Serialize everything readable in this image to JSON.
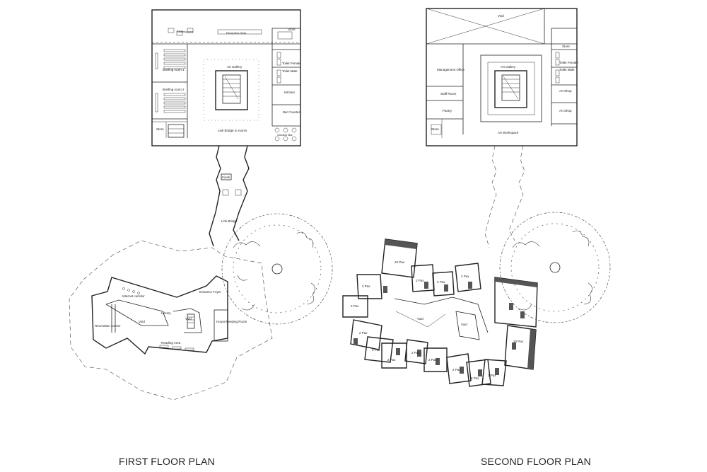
{
  "titles": {
    "first": "FIRST FLOOR PLAN",
    "second": "SECOND FLOOR PLAN"
  },
  "first_floor": {
    "rooms": {
      "seating_area": "Seating Area",
      "reception_desk": "Reception Desk",
      "store": "Store",
      "toilet_female": "Toilet Female",
      "toilet_male": "Toilet Male",
      "kitchen": "Kitchen",
      "bar_counter": "Bar Counter",
      "art_gallery": "Art Gallery",
      "briefing_room_1": "Briefing room 1",
      "briefing_room_2": "Briefing room 2",
      "store_left": "Store",
      "link_bridge_rooms": "Link Bridge to rooms",
      "outdoor_bar": "Outdoor Bar",
      "kiosk": "Kiosk",
      "link_bridge": "Link Bridge",
      "entrance_foyer": "Entrance Foyer",
      "internet_corridor": "Internet corridor",
      "library": "Library",
      "void_1": "Void",
      "void_2": "Void",
      "recreation_center": "Recreation Center",
      "housekeeping": "House keeping Room",
      "reading_area": "Reading Area"
    }
  },
  "second_floor": {
    "rooms": {
      "void_top": "Void",
      "store": "Store",
      "toilet_female": "Toilet Female",
      "toilet_male": "Toilet Male",
      "art_shop_1": "Art Shop",
      "art_shop_2": "Art Shop",
      "art_gallery": "Art Gallery",
      "management_office": "Management Office",
      "staff_room": "Staff Room",
      "pantry": "Pantry",
      "store_left": "Store",
      "art_workspace": "Art Workspace",
      "void_centre": "Void",
      "void_side": "Void"
    },
    "units": {
      "u10_top": "10 Pax",
      "u2_a": "2 Pax",
      "u2_b": "2 Pax",
      "u2_c": "2 Pax",
      "u2_d": "2 Pax",
      "u2_e": "2 Pax",
      "u2_f": "2 Pax",
      "u2_g": "2 Pax",
      "u2_h": "2 Pax",
      "u2_i": "2 Pax",
      "u2_j": "2 Pax",
      "u2_k": "2 Pax",
      "u2_l": "2 Pax",
      "u2_m": "2 Pax",
      "u10_right": "10 Pax"
    }
  }
}
